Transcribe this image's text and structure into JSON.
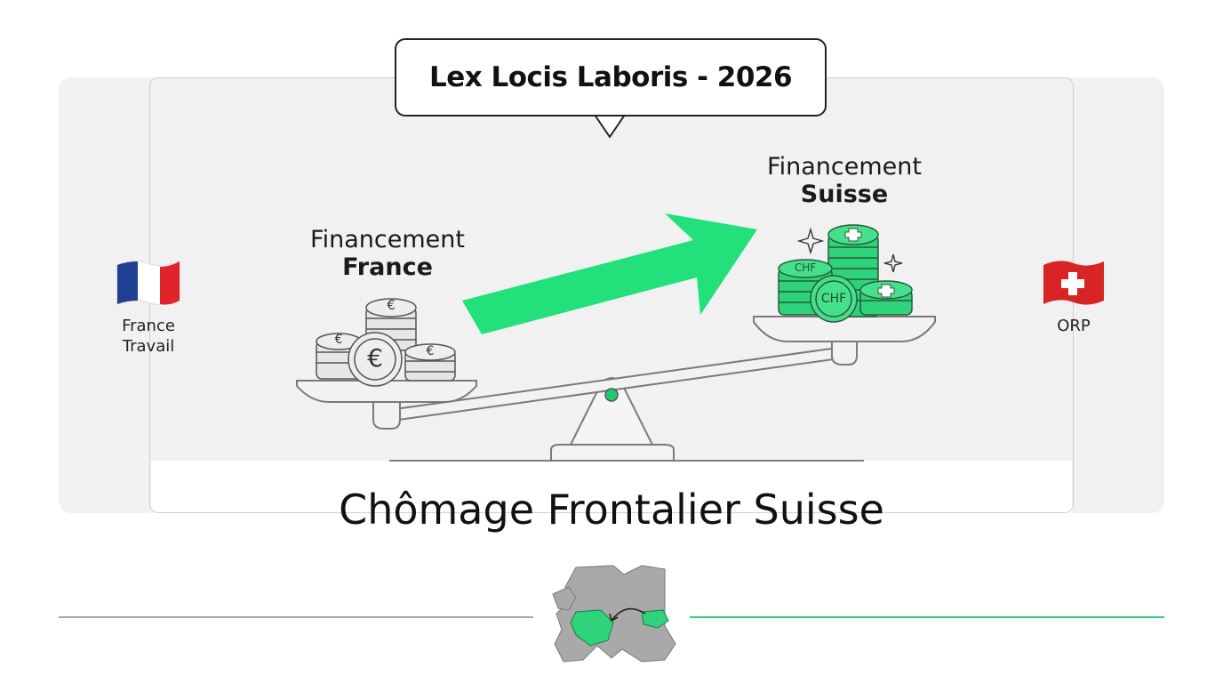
{
  "header": {
    "title": "Lex Locis Laboris - 2026"
  },
  "left": {
    "line1": "Financement",
    "line2": "France",
    "coin_symbol": "€",
    "agency": [
      "France",
      "Travail"
    ]
  },
  "right": {
    "line1": "Financement",
    "line2": "Suisse",
    "coin_symbol": "CHF",
    "agency": "ORP"
  },
  "footer": {
    "title": "Chômage Frontalier Suisse"
  },
  "colors": {
    "accent": "#22e07a",
    "coin_green": "#2ed37a",
    "coin_silver": "#e6e6e6",
    "flag_blue": "#1f3f93",
    "flag_red": "#e0242a",
    "swiss_red": "#d82424",
    "panel": "#f1f1f1"
  }
}
